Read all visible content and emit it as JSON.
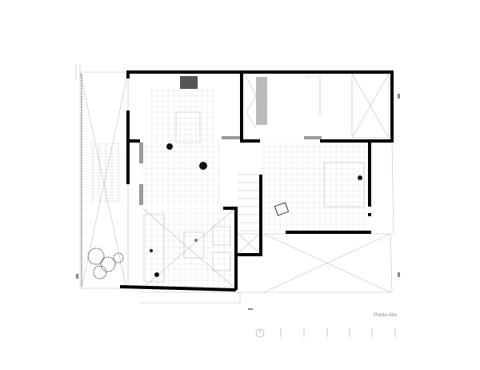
{
  "plan": {
    "title": "Planta Alta",
    "scale_ticks": [
      "0",
      "1",
      "2",
      "3",
      "4",
      "5"
    ],
    "colors": {
      "wall": "#000000",
      "tile": "#d6d6d6",
      "line": "#bdbdbd",
      "partition": "#9a9a9a"
    }
  }
}
